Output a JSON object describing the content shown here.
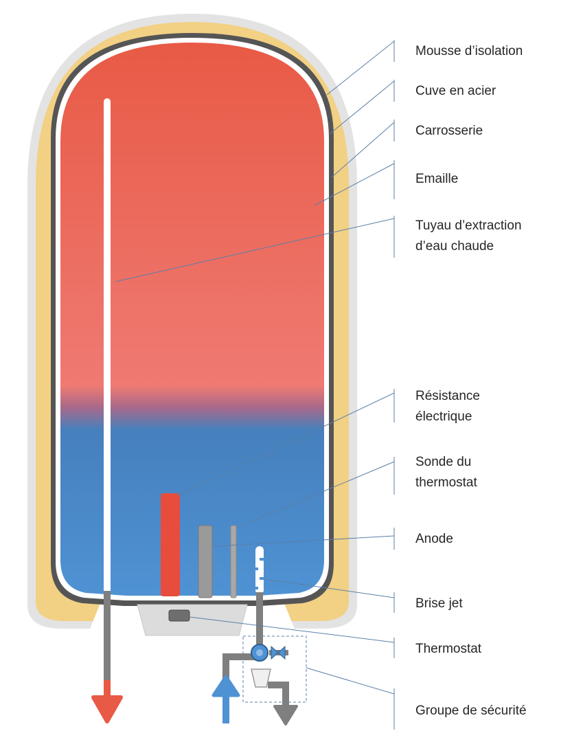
{
  "labels": {
    "insulation_foam": "Mousse d’isolation",
    "steel_tank": "Cuve en acier",
    "casing": "Carrosserie",
    "enamel": "Emaille",
    "hot_water_pipe_line1": "Tuyau d’extraction",
    "hot_water_pipe_line2": "d’eau chaude",
    "heating_element_line1": "Résistance",
    "heating_element_line2": "électrique",
    "thermostat_probe_line1": "Sonde du",
    "thermostat_probe_line2": "thermostat",
    "anode": "Anode",
    "jet_breaker": "Brise jet",
    "thermostat": "Thermostat",
    "safety_group": "Groupe de sécurité"
  },
  "colors": {
    "hot_water": "#e85a45",
    "cold_water": "#4a8cc9",
    "insulation": "#f2d084",
    "shell": "#dcdcdc",
    "tank_wall": "#555555",
    "leader_line": "#5b7fa8"
  }
}
